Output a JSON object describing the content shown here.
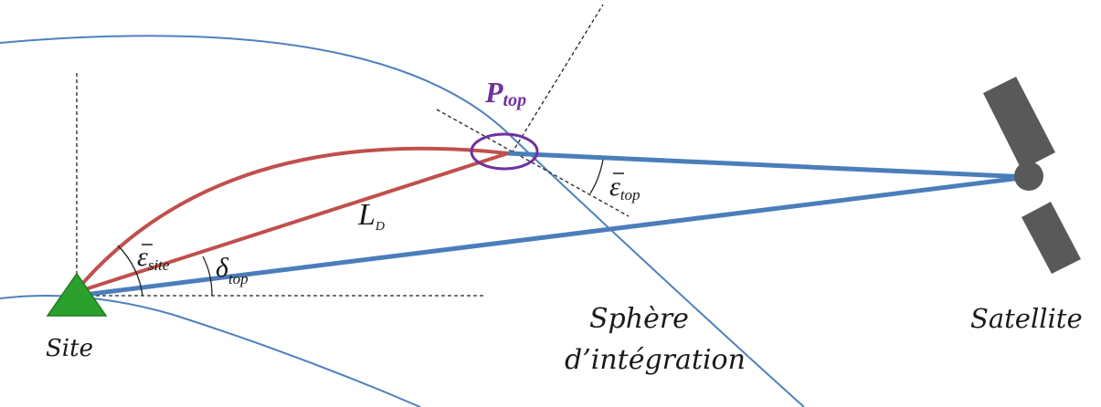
{
  "labels": {
    "site": "Site",
    "sphere_line1": "Sphère",
    "sphere_line2": "d’intégration",
    "satellite": "Satellite",
    "p_top_main": "P",
    "p_top_sub": "top",
    "l_d_main": "L",
    "l_d_sub": "D",
    "eps_site_main": "ε",
    "eps_site_sub": "site",
    "delta_top_main": "δ",
    "delta_top_sub": "top",
    "eps_top_main": "ε",
    "eps_top_sub": "top"
  },
  "colors": {
    "sphere_arc": "#4f81bd",
    "ray_blue": "#4a7ebb",
    "ray_red": "#c0504d",
    "marker_ring": "#7030a0",
    "site_marker": "#2ca02c",
    "satellite_body": "#595959",
    "text": "#1a1a1a"
  }
}
